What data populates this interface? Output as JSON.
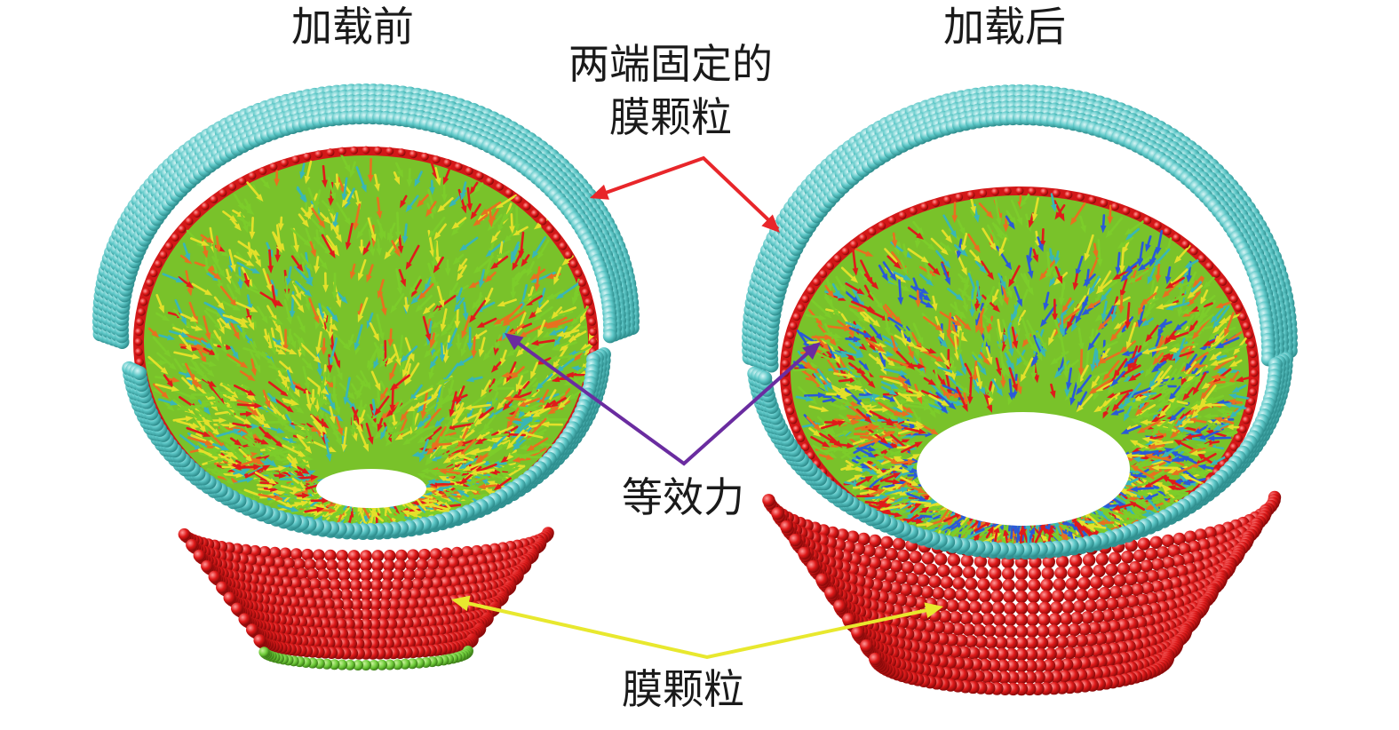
{
  "labels": {
    "before": "加载前",
    "after": "加载后",
    "fixed_particles_line1": "两端固定的",
    "fixed_particles_line2": "膜颗粒",
    "equivalent_force": "等效力",
    "membrane_particles": "膜颗粒"
  },
  "colors": {
    "fixed_particle": "#5ec8c8",
    "membrane_particle": "#e01a1a",
    "bottom_rim_particle": "#6fcc3a",
    "arrow_green": "#7ccd2a",
    "arrow_yellow": "#e4e02a",
    "arrow_orange": "#e8701f",
    "arrow_blue": "#2a5ad8",
    "pointer_red": "#e8262a",
    "pointer_purple": "#6a2ca0",
    "pointer_yellow": "#e8e82e"
  }
}
